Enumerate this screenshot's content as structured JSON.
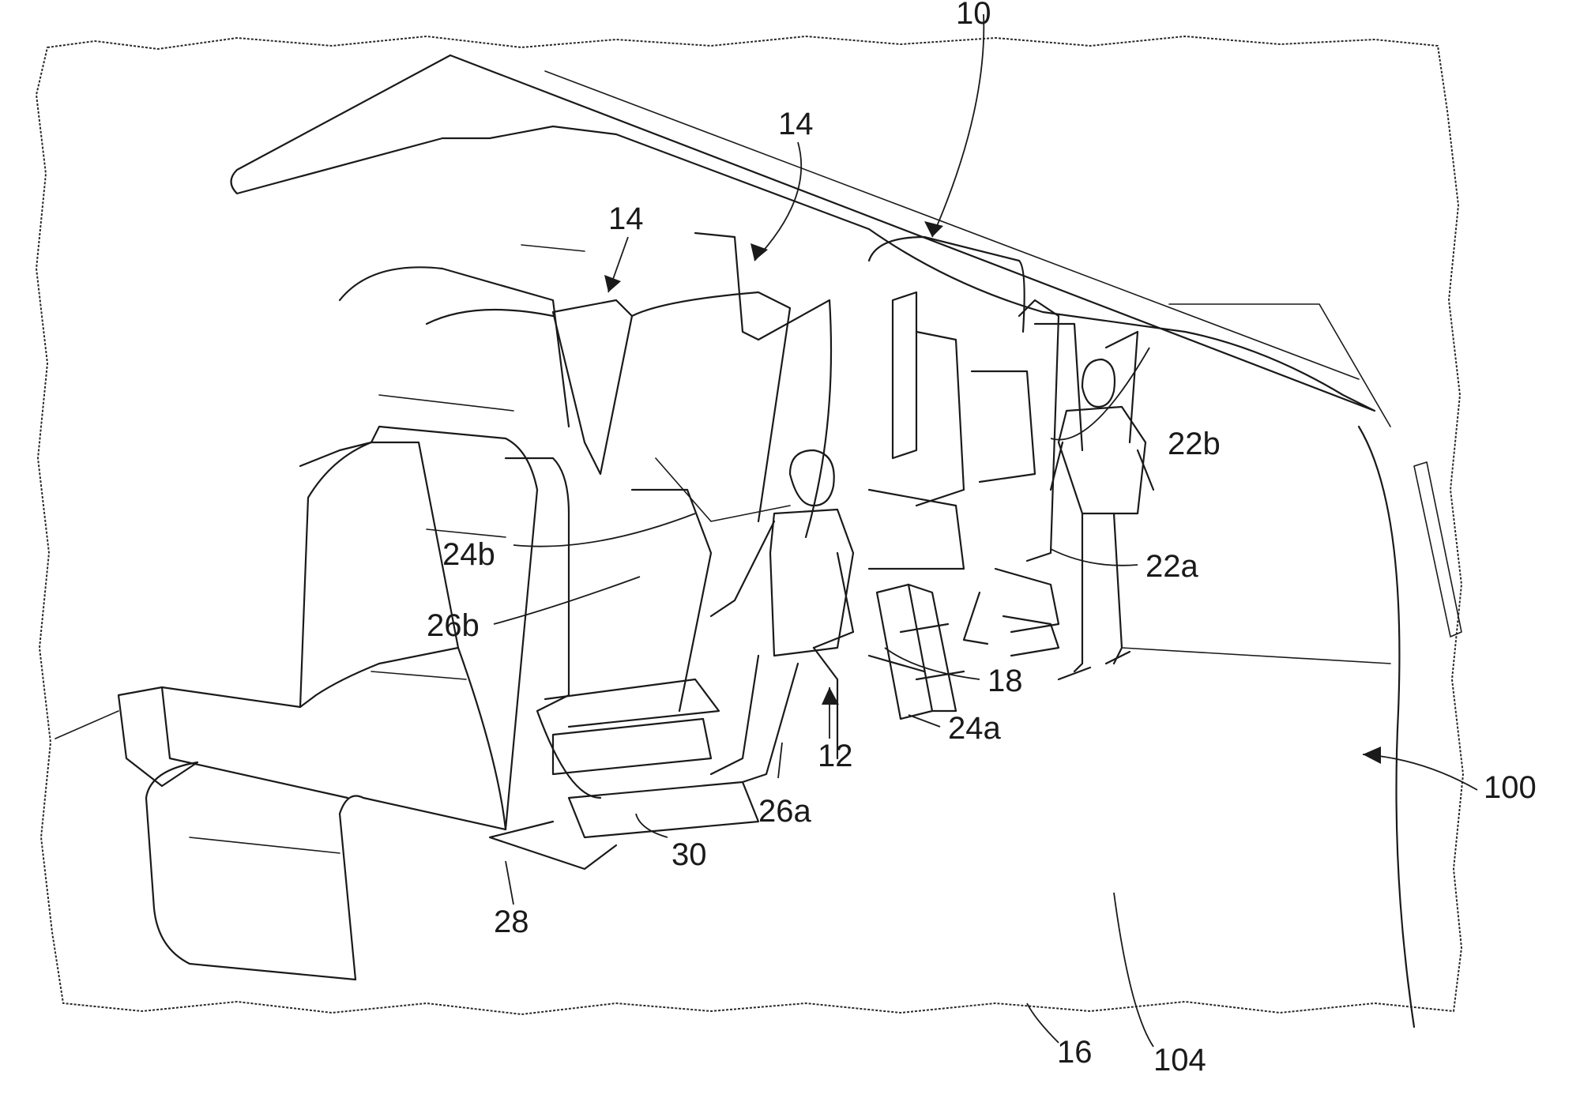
{
  "figure": {
    "reference_numerals": [
      {
        "id": "10",
        "text": "10"
      },
      {
        "id": "14-left",
        "text": "14"
      },
      {
        "id": "14-center",
        "text": "14"
      },
      {
        "id": "22b",
        "text": "22b"
      },
      {
        "id": "22a",
        "text": "22a"
      },
      {
        "id": "24b",
        "text": "24b"
      },
      {
        "id": "26b",
        "text": "26b"
      },
      {
        "id": "18",
        "text": "18"
      },
      {
        "id": "24a",
        "text": "24a"
      },
      {
        "id": "12",
        "text": "12"
      },
      {
        "id": "26a",
        "text": "26a"
      },
      {
        "id": "30",
        "text": "30"
      },
      {
        "id": "28",
        "text": "28"
      },
      {
        "id": "100",
        "text": "100"
      },
      {
        "id": "16",
        "text": "16"
      },
      {
        "id": "104",
        "text": "104"
      }
    ]
  }
}
